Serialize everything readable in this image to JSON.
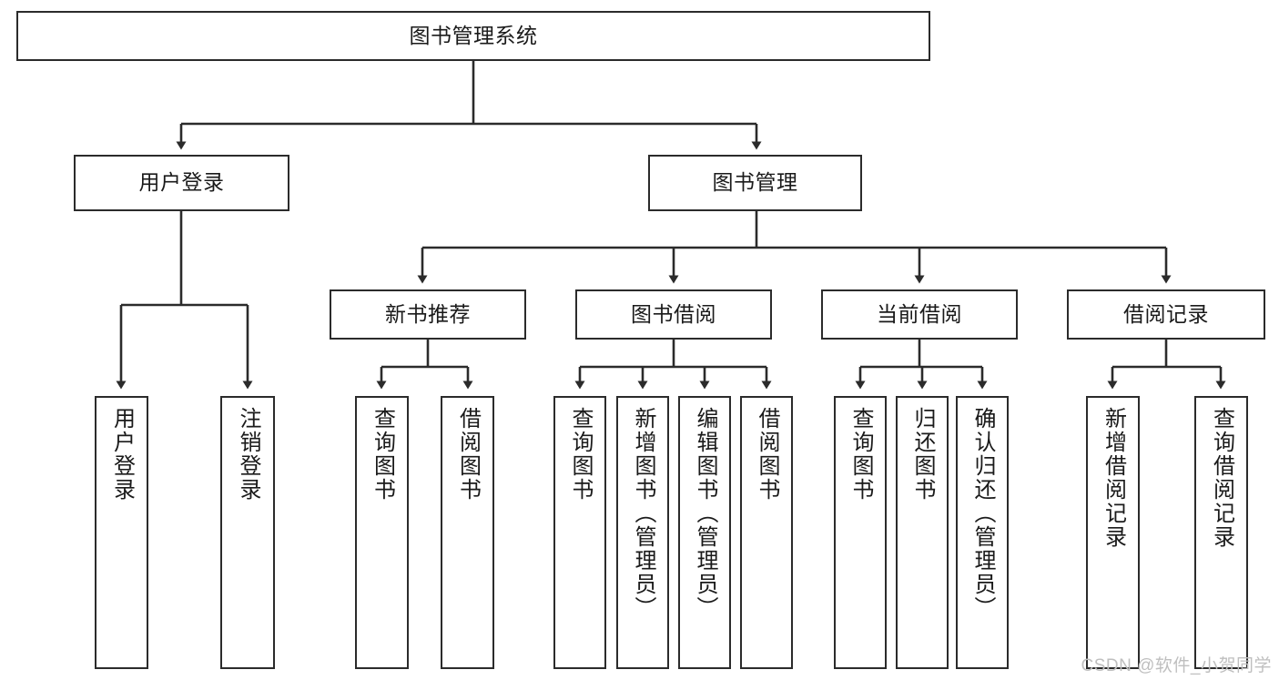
{
  "diagram": {
    "title": "图书管理系统",
    "type": "tree-hierarchy",
    "root": {
      "label": "图书管理系统"
    },
    "level2": [
      {
        "label": "用户登录"
      },
      {
        "label": "图书管理"
      }
    ],
    "level3": [
      {
        "label": "新书推荐"
      },
      {
        "label": "图书借阅"
      },
      {
        "label": "当前借阅"
      },
      {
        "label": "借阅记录"
      }
    ],
    "leaves": {
      "user_login": [
        {
          "label": "用户登录"
        },
        {
          "label": "注销登录"
        }
      ],
      "new_book_recommend": [
        {
          "label": "查询图书"
        },
        {
          "label": "借阅图书"
        }
      ],
      "book_borrow": [
        {
          "label": "查询图书"
        },
        {
          "label": "新增图书（管理员）"
        },
        {
          "label": "编辑图书（管理员）"
        },
        {
          "label": "借阅图书"
        }
      ],
      "current_borrow": [
        {
          "label": "查询图书"
        },
        {
          "label": "归还图书"
        },
        {
          "label": "确认归还（管理员）"
        }
      ],
      "borrow_record": [
        {
          "label": "新增借阅记录"
        },
        {
          "label": "查询借阅记录"
        }
      ]
    }
  },
  "watermark": {
    "text": "CSDN @软件_小贺同学"
  },
  "colors": {
    "stroke": "#2b2b2b",
    "fill": "#ffffff",
    "text": "#1a1a1a",
    "watermark": "#bfbfbf"
  }
}
